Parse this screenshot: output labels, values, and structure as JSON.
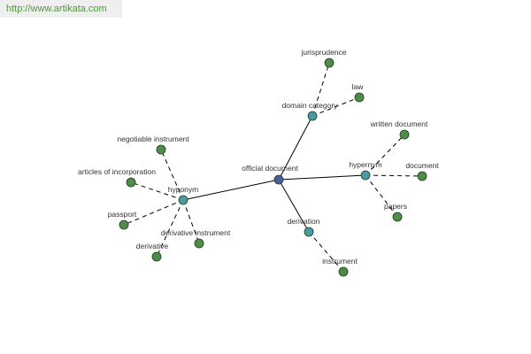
{
  "watermark": "http://www.artikata.com",
  "colors": {
    "root": "#4a5d9c",
    "category": "#4a9aa5",
    "leaf": "#4e8c48",
    "watermark_text": "#4d9a3a"
  },
  "graph": {
    "root": {
      "id": "official-document",
      "label": "official document"
    },
    "categories": [
      {
        "id": "domain-category",
        "label": "domain category"
      },
      {
        "id": "hypernym",
        "label": "hypernym"
      },
      {
        "id": "hyponym",
        "label": "hyponym"
      },
      {
        "id": "derivation",
        "label": "derivation"
      }
    ],
    "leaves": [
      {
        "id": "jurisprudence",
        "label": "jurisprudence",
        "parent": "domain-category"
      },
      {
        "id": "law",
        "label": "law",
        "parent": "domain-category"
      },
      {
        "id": "written-document",
        "label": "written document",
        "parent": "hypernym"
      },
      {
        "id": "document",
        "label": "document",
        "parent": "hypernym"
      },
      {
        "id": "papers",
        "label": "papers",
        "parent": "hypernym"
      },
      {
        "id": "negotiable-instrument",
        "label": "negotiable instrument",
        "parent": "hyponym"
      },
      {
        "id": "articles-of-incorporation",
        "label": "articles of incorporation",
        "parent": "hyponym"
      },
      {
        "id": "passport",
        "label": "passport",
        "parent": "hyponym"
      },
      {
        "id": "derivative",
        "label": "derivative",
        "parent": "hyponym"
      },
      {
        "id": "derivative-instrument",
        "label": "derivative instrument",
        "parent": "hyponym"
      },
      {
        "id": "instrument",
        "label": "instrument",
        "parent": "derivation"
      }
    ]
  }
}
